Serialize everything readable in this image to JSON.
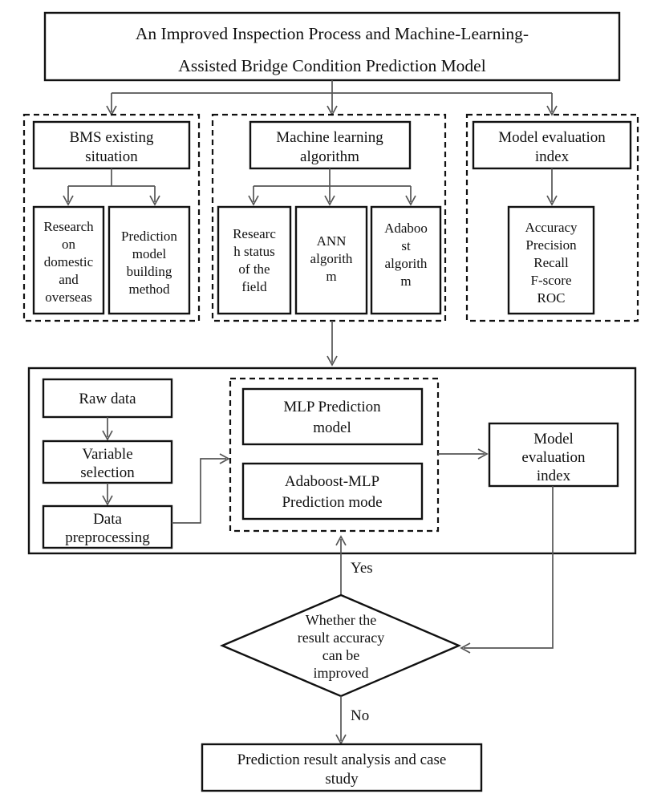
{
  "diagram": {
    "title_box": {
      "line1": "An Improved Inspection Process and Machine-Learning-",
      "line2": "Assisted Bridge Condition Prediction Model"
    },
    "group_bms": {
      "head": {
        "line1": "BMS existing",
        "line2": "situation"
      },
      "children": [
        {
          "lines": [
            "Research",
            "on",
            "domestic",
            "and",
            "overseas"
          ]
        },
        {
          "lines": [
            "Prediction",
            "model",
            "building",
            "method"
          ]
        }
      ]
    },
    "group_ml": {
      "head": {
        "line1": "Machine learning",
        "line2": "algorithm"
      },
      "children": [
        {
          "lines": [
            "Researc",
            "h status",
            "of the",
            "field"
          ]
        },
        {
          "lines": [
            "ANN",
            "algorith",
            "m"
          ]
        },
        {
          "lines": [
            "Adaboo",
            "st",
            "algorith",
            "m"
          ]
        }
      ]
    },
    "group_eval": {
      "head": {
        "line1": "Model evaluation",
        "line2": "index"
      },
      "metrics": {
        "lines": [
          "Accuracy",
          "Precision",
          "Recall",
          "F-score",
          "ROC"
        ]
      }
    },
    "pipeline": {
      "raw_data": "Raw data",
      "variable_selection": {
        "line1": "Variable",
        "line2": "selection"
      },
      "data_preprocessing": {
        "line1": "Data",
        "line2": "preprocessing"
      },
      "models": [
        {
          "line1": "MLP Prediction",
          "line2": "model"
        },
        {
          "line1": "Adaboost-MLP",
          "line2": "Prediction mode"
        }
      ],
      "evaluation": {
        "line1": "Model",
        "line2": "evaluation",
        "line3": "index"
      }
    },
    "decision": {
      "lines": [
        "Whether the",
        "result accuracy",
        "can be",
        "improved"
      ],
      "yes_label": "Yes",
      "no_label": "No"
    },
    "result_box": {
      "line1": "Prediction result analysis and case",
      "line2": "study"
    },
    "colors": {
      "box_stroke": "#111111",
      "connector": "#555555",
      "background": "#ffffff",
      "text": "#111111"
    }
  }
}
